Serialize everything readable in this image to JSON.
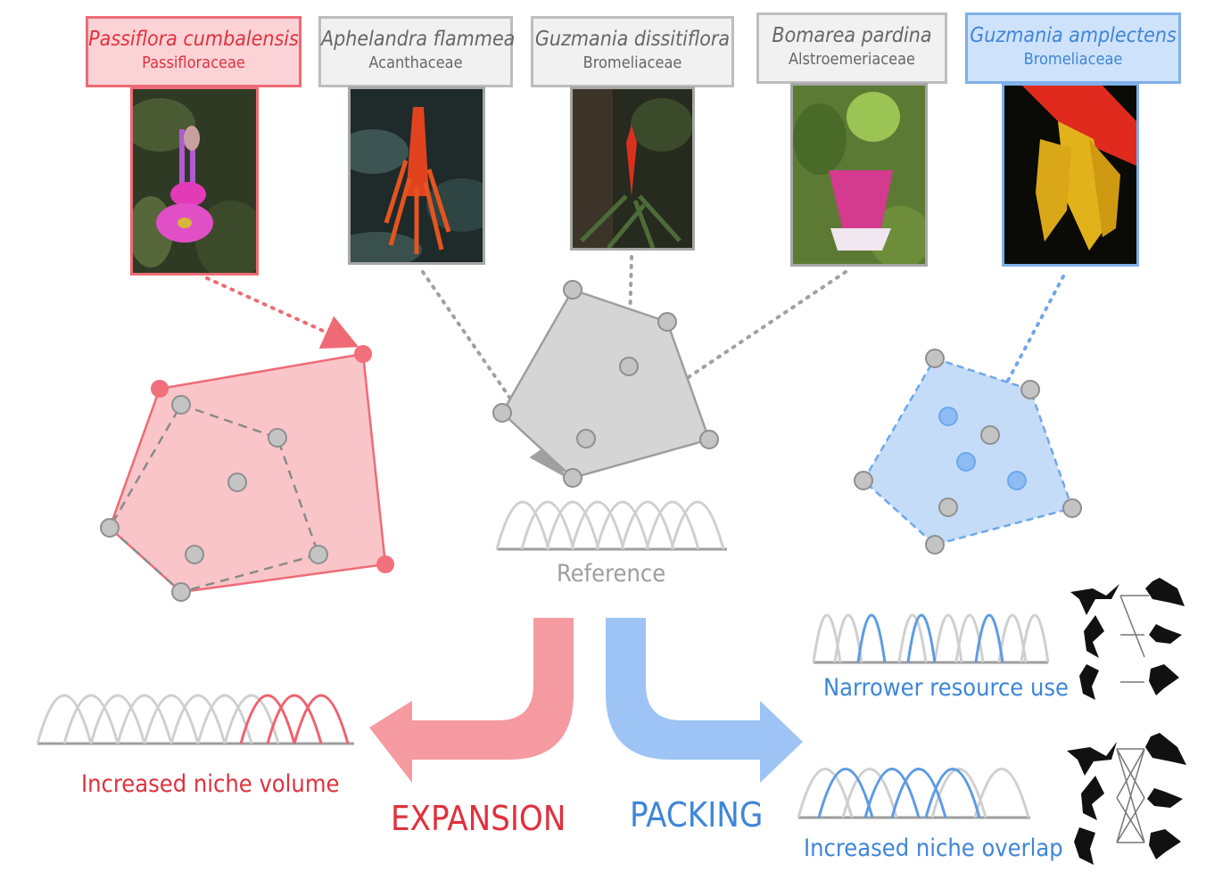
{
  "species": [
    {
      "name": "Passiflora cumbalensis",
      "family": "Passifloraceae",
      "status": "expansion"
    },
    {
      "name": "Aphelandra flammea",
      "family": "Acanthaceae",
      "status": "reference"
    },
    {
      "name": "Guzmania dissitiflora",
      "family": "Bromeliaceae",
      "status": "reference"
    },
    {
      "name": "Bomarea pardina",
      "family": "Alstroemeriaceae",
      "status": "reference"
    },
    {
      "name": "Guzmania amplectens",
      "family": "Bromeliaceae",
      "status": "packing"
    }
  ],
  "labels": {
    "reference": "Reference",
    "expansion": "EXPANSION",
    "packing": "PACKING",
    "increased_volume": "Increased niche volume",
    "narrower_use": "Narrower resource use",
    "increased_overlap": "Increased niche overlap"
  },
  "colors": {
    "expansion": "#e0313e",
    "packing": "#3e86d8",
    "reference": "#9e9e9e",
    "expansion_fill": "#f9c5c9",
    "packing_fill": "#c5dcf8",
    "reference_fill": "#d5d5d5"
  },
  "icons": {
    "hummingbird": "hummingbird-silhouette-icon",
    "flower_photo": "flower-photo"
  }
}
